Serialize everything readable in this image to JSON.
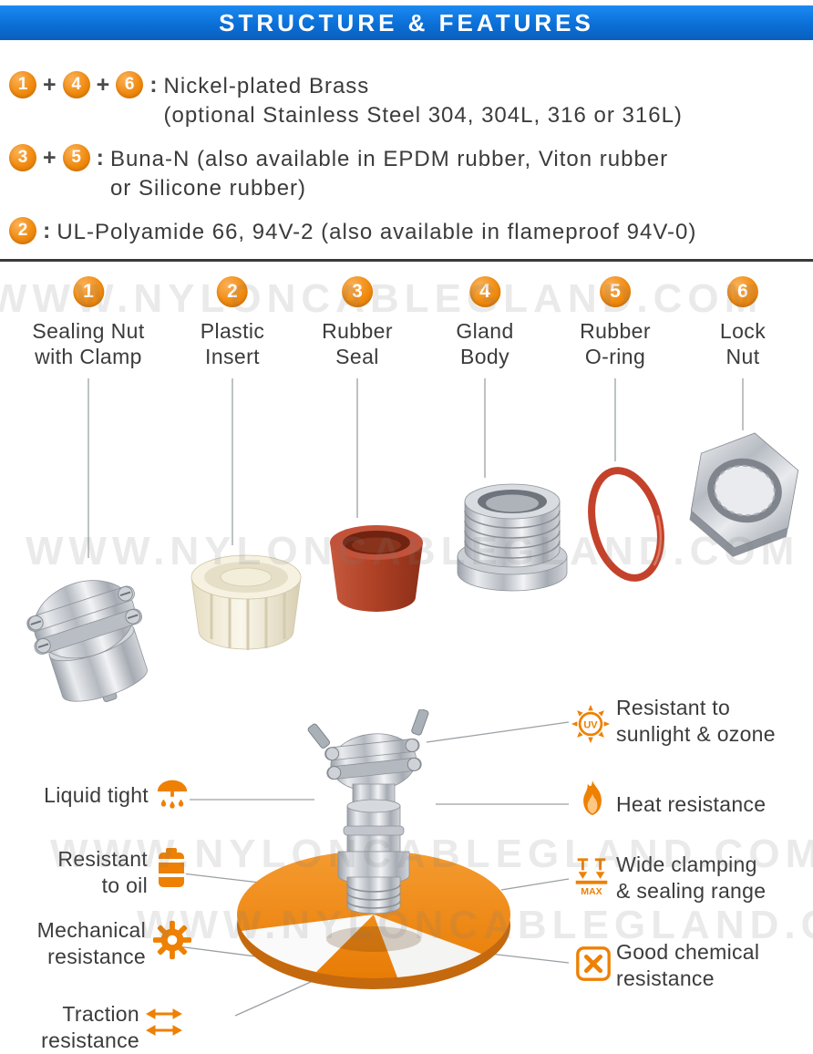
{
  "symbols": {
    "plus": "+",
    "colon": ":"
  },
  "watermark": "WWW.NYLONCABLEGLAND.COM",
  "header": {
    "title": "STRUCTURE & FEATURES"
  },
  "materials": [
    {
      "nums": [
        "1",
        "4",
        "6"
      ],
      "line1": "Nickel-plated Brass",
      "line2": "(optional Stainless Steel 304, 304L, 316 or 316L)"
    },
    {
      "nums": [
        "3",
        "5"
      ],
      "line1": "Buna-N (also available in EPDM rubber, Viton rubber",
      "line2": "or Silicone rubber)"
    },
    {
      "nums": [
        "2"
      ],
      "line1": "UL-Polyamide 66, 94V-2 (also available in flameproof 94V-0)",
      "line2": ""
    }
  ],
  "parts": [
    {
      "num": "1",
      "line1": "Sealing Nut",
      "line2": "with Clamp"
    },
    {
      "num": "2",
      "line1": "Plastic",
      "line2": "Insert"
    },
    {
      "num": "3",
      "line1": "Rubber",
      "line2": "Seal"
    },
    {
      "num": "4",
      "line1": "Gland",
      "line2": "Body"
    },
    {
      "num": "5",
      "line1": "Rubber",
      "line2": "O-ring"
    },
    {
      "num": "6",
      "line1": "Lock",
      "line2": "Nut"
    }
  ],
  "features_left": [
    {
      "line1": "Liquid tight",
      "line2": ""
    },
    {
      "line1": "Resistant",
      "line2": "to oil"
    },
    {
      "line1": "Mechanical",
      "line2": "resistance"
    },
    {
      "line1": "Traction",
      "line2": "resistance"
    }
  ],
  "features_right": [
    {
      "line1": "Resistant to",
      "line2": "sunlight & ozone"
    },
    {
      "line1": "Heat resistance",
      "line2": ""
    },
    {
      "line1": "Wide clamping",
      "line2": "& sealing range"
    },
    {
      "line1": "Good chemical",
      "line2": "resistance"
    }
  ],
  "icon_text": {
    "uv": "UV",
    "max": "MAX"
  },
  "colors": {
    "accent_orange": "#EE8003",
    "banner_blue": "#0B6FD7",
    "seal_red": "#B04226",
    "text_dark": "#3B3B3B"
  }
}
